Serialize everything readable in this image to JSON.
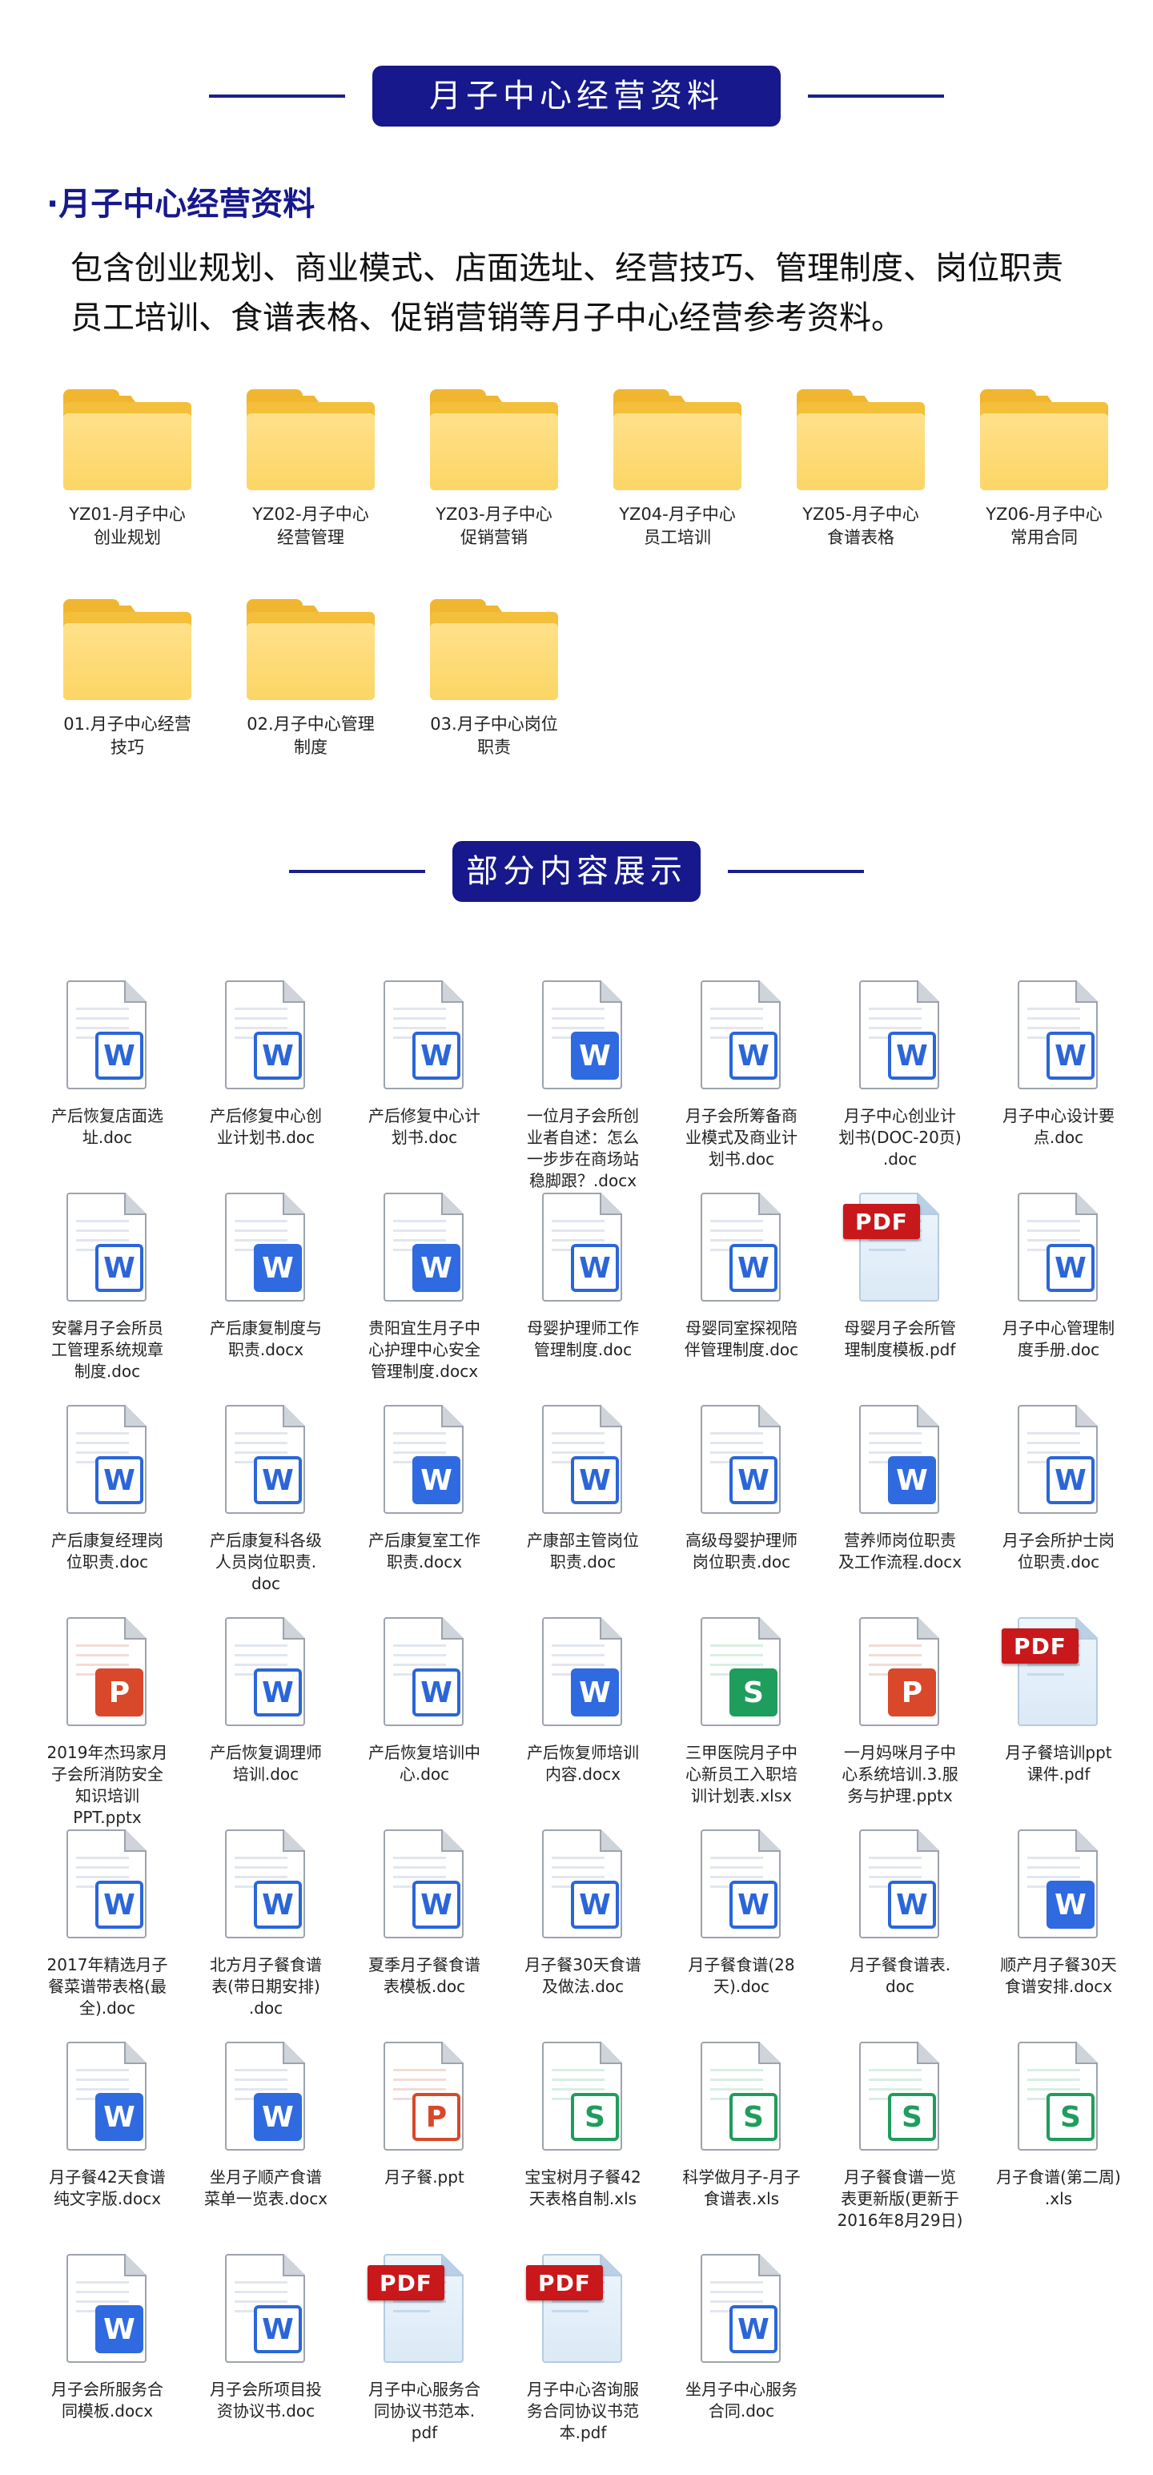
{
  "header1": {
    "title": "月子中心经营资料"
  },
  "subtitle": "·月子中心经营资料",
  "intro": [
    "包含创业规划、商业模式、店面选址、经营技巧、管理制度、岗位职责",
    "员工培训、食谱表格、促销营销等月子中心经营参考资料。"
  ],
  "folders": [
    {
      "lines": [
        "YZ01-月子中心",
        "创业规划"
      ]
    },
    {
      "lines": [
        "YZ02-月子中心",
        "经营管理"
      ]
    },
    {
      "lines": [
        "YZ03-月子中心",
        "促销营销"
      ]
    },
    {
      "lines": [
        "YZ04-月子中心",
        "员工培训"
      ]
    },
    {
      "lines": [
        "YZ05-月子中心",
        "食谱表格"
      ]
    },
    {
      "lines": [
        "YZ06-月子中心",
        "常用合同"
      ]
    },
    {
      "lines": [
        "01.月子中心经营",
        "技巧"
      ]
    },
    {
      "lines": [
        "02.月子中心管理",
        "制度"
      ]
    },
    {
      "lines": [
        "03.月子中心岗位",
        "职责"
      ]
    }
  ],
  "header2": {
    "title": "部分内容展示"
  },
  "files": [
    {
      "type": "w-light",
      "letter": "W",
      "name": [
        "产后恢复店面选",
        "址.doc"
      ]
    },
    {
      "type": "w-light",
      "letter": "W",
      "name": [
        "产后修复中心创",
        "业计划书.doc"
      ]
    },
    {
      "type": "w-light",
      "letter": "W",
      "name": [
        "产后修复中心计",
        "划书.doc"
      ]
    },
    {
      "type": "w-solid",
      "letter": "W",
      "name": [
        "一位月子会所创",
        "业者自述：怎么",
        "一步步在商场站",
        "稳脚跟？.docx"
      ]
    },
    {
      "type": "w-light",
      "letter": "W",
      "name": [
        "月子会所筹备商",
        "业模式及商业计",
        "划书.doc"
      ]
    },
    {
      "type": "w-light",
      "letter": "W",
      "name": [
        "月子中心创业计",
        "划书(DOC-20页)",
        ".doc"
      ]
    },
    {
      "type": "w-light",
      "letter": "W",
      "name": [
        "月子中心设计要",
        "点.doc"
      ]
    },
    {
      "type": "w-light",
      "letter": "W",
      "name": [
        "安馨月子会所员",
        "工管理系统规章",
        "制度.doc"
      ]
    },
    {
      "type": "w-solid",
      "letter": "W",
      "name": [
        "产后康复制度与",
        "职责.docx"
      ]
    },
    {
      "type": "w-solid",
      "letter": "W",
      "name": [
        "贵阳宜生月子中",
        "心护理中心安全",
        "管理制度.docx"
      ]
    },
    {
      "type": "w-light",
      "letter": "W",
      "name": [
        "母婴护理师工作",
        "管理制度.doc"
      ]
    },
    {
      "type": "w-light",
      "letter": "W",
      "name": [
        "母婴同室探视陪",
        "伴管理制度.doc"
      ]
    },
    {
      "type": "pdf",
      "letter": "PDF",
      "name": [
        "母婴月子会所管",
        "理制度模板.pdf"
      ]
    },
    {
      "type": "w-light",
      "letter": "W",
      "name": [
        "月子中心管理制",
        "度手册.doc"
      ]
    },
    {
      "type": "w-light",
      "letter": "W",
      "name": [
        "产后康复经理岗",
        "位职责.doc"
      ]
    },
    {
      "type": "w-light",
      "letter": "W",
      "name": [
        "产后康复科各级",
        "人员岗位职责.",
        "doc"
      ]
    },
    {
      "type": "w-solid",
      "letter": "W",
      "name": [
        "产后康复室工作",
        "职责.docx"
      ]
    },
    {
      "type": "w-light",
      "letter": "W",
      "name": [
        "产康部主管岗位",
        "职责.doc"
      ]
    },
    {
      "type": "w-light",
      "letter": "W",
      "name": [
        "高级母婴护理师",
        "岗位职责.doc"
      ]
    },
    {
      "type": "w-solid",
      "letter": "W",
      "name": [
        "营养师岗位职责",
        "及工作流程.docx"
      ]
    },
    {
      "type": "w-light",
      "letter": "W",
      "name": [
        "月子会所护士岗",
        "位职责.doc"
      ]
    },
    {
      "type": "p-solid",
      "letter": "P",
      "name": [
        "2019年杰玛家月",
        "子会所消防安全",
        "知识培训",
        "PPT.pptx"
      ]
    },
    {
      "type": "w-light",
      "letter": "W",
      "name": [
        "产后恢复调理师",
        "培训.doc"
      ]
    },
    {
      "type": "w-light",
      "letter": "W",
      "name": [
        "产后恢复培训中",
        "心.doc"
      ]
    },
    {
      "type": "w-solid",
      "letter": "W",
      "name": [
        "产后恢复师培训",
        "内容.docx"
      ]
    },
    {
      "type": "s-solid",
      "letter": "S",
      "name": [
        "三甲医院月子中",
        "心新员工入职培",
        "训计划表.xlsx"
      ]
    },
    {
      "type": "p-solid",
      "letter": "P",
      "name": [
        "一月妈咪月子中",
        "心系统培训.3.服",
        "务与护理.pptx"
      ]
    },
    {
      "type": "pdf",
      "letter": "PDF",
      "name": [
        "月子餐培训ppt",
        "课件.pdf"
      ]
    },
    {
      "type": "w-light",
      "letter": "W",
      "name": [
        "2017年精选月子",
        "餐菜谱带表格(最",
        "全).doc"
      ]
    },
    {
      "type": "w-light",
      "letter": "W",
      "name": [
        "北方月子餐食谱",
        "表(带日期安排)",
        ".doc"
      ]
    },
    {
      "type": "w-light",
      "letter": "W",
      "name": [
        "夏季月子餐食谱",
        "表模板.doc"
      ]
    },
    {
      "type": "w-light",
      "letter": "W",
      "name": [
        "月子餐30天食谱",
        "及做法.doc"
      ]
    },
    {
      "type": "w-light",
      "letter": "W",
      "name": [
        "月子餐食谱(28",
        "天).doc"
      ]
    },
    {
      "type": "w-light",
      "letter": "W",
      "name": [
        "月子餐食谱表.",
        "doc"
      ]
    },
    {
      "type": "w-solid",
      "letter": "W",
      "name": [
        "顺产月子餐30天",
        "食谱安排.docx"
      ]
    },
    {
      "type": "w-solid",
      "letter": "W",
      "name": [
        "月子餐42天食谱",
        "纯文字版.docx"
      ]
    },
    {
      "type": "w-solid",
      "letter": "W",
      "name": [
        "坐月子顺产食谱",
        "菜单一览表.docx"
      ]
    },
    {
      "type": "p-light",
      "letter": "P",
      "name": [
        "月子餐.ppt"
      ]
    },
    {
      "type": "s-light",
      "letter": "S",
      "name": [
        "宝宝树月子餐42",
        "天表格自制.xls"
      ]
    },
    {
      "type": "s-light",
      "letter": "S",
      "name": [
        "科学做月子-月子",
        "食谱表.xls"
      ]
    },
    {
      "type": "s-light",
      "letter": "S",
      "name": [
        "月子餐食谱一览",
        "表更新版(更新于",
        "2016年8月29日)"
      ]
    },
    {
      "type": "s-light",
      "letter": "S",
      "name": [
        "月子食谱(第二周)",
        ".xls"
      ]
    },
    {
      "type": "w-solid",
      "letter": "W",
      "name": [
        "月子会所服务合",
        "同模板.docx"
      ]
    },
    {
      "type": "w-light",
      "letter": "W",
      "name": [
        "月子会所项目投",
        "资协议书.doc"
      ]
    },
    {
      "type": "pdf",
      "letter": "PDF",
      "name": [
        "月子中心服务合",
        "同协议书范本.",
        "pdf"
      ]
    },
    {
      "type": "pdf",
      "letter": "PDF",
      "name": [
        "月子中心咨询服",
        "务合同协议书范",
        "本.pdf"
      ]
    },
    {
      "type": "w-light",
      "letter": "W",
      "name": [
        "坐月子中心服务",
        "合同.doc"
      ]
    }
  ]
}
